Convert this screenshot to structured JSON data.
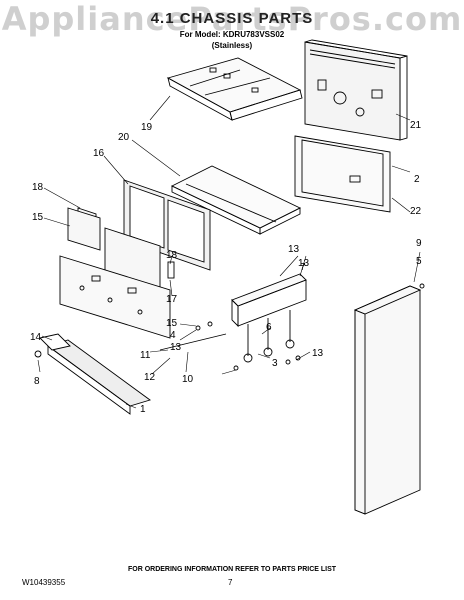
{
  "header": {
    "watermark": "AppliancePartsPros.com",
    "title": "4.1 CHASSIS PARTS",
    "model_line": "For Model: KDRU783VSS02",
    "finish_line": "(Stainless)"
  },
  "callouts": [
    "19",
    "20",
    "16",
    "18",
    "15",
    "18",
    "17",
    "14",
    "8",
    "1",
    "2",
    "21",
    "22",
    "9",
    "5",
    "13",
    "13",
    "7",
    "6",
    "3",
    "13",
    "11",
    "12",
    "10",
    "4",
    "13",
    "15"
  ],
  "footer": {
    "note": "FOR ORDERING INFORMATION REFER TO PARTS PRICE LIST",
    "doc_number": "W10439355",
    "page_number": "7"
  }
}
